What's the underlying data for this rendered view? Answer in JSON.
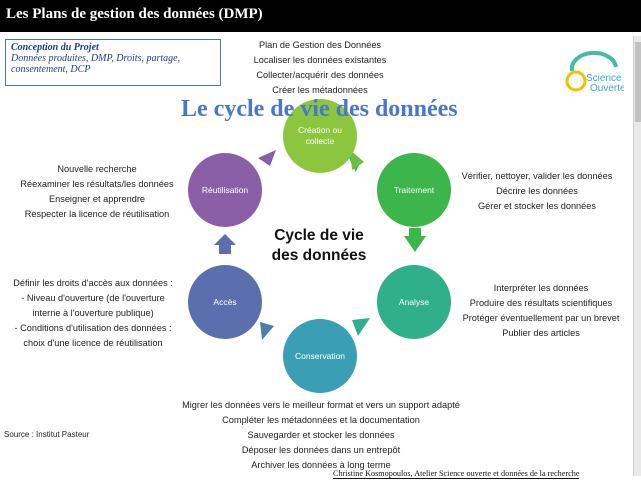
{
  "header": {
    "title": "Les Plans de gestion des données (DMP)"
  },
  "concept_box": {
    "title": "Conception du Projet",
    "lines": [
      "Données produites, DMP, Droits, partage,",
      "consentement, DCP"
    ]
  },
  "logo": {
    "line1": "Science",
    "line2": "Ouverte"
  },
  "diagram_title": "Le cycle de vie des données",
  "center_title": [
    "Cycle de vie",
    "des données"
  ],
  "nodes": {
    "creation": [
      "Création ou",
      "collecte"
    ],
    "traitement": [
      "Traitement"
    ],
    "analyse": [
      "Analyse"
    ],
    "conservation": [
      "Conservation"
    ],
    "acces": [
      "Accès"
    ],
    "reutilisation": [
      "Réutilisation"
    ]
  },
  "node_colors": {
    "creation": "#8cc63f",
    "traitement": "#3cb54a",
    "analyse": "#2fb08a",
    "conservation": "#3a9fb5",
    "acces": "#5b6fae",
    "reutilisation": "#8b5fa8"
  },
  "texts": {
    "creation": [
      "Plan de Gestion des Données",
      "Localiser les données existantes",
      "Collecter/acquérir des données",
      "Créer les métadonnées"
    ],
    "traitement": [
      "Vérifier, nettoyer, valider les données",
      "Décrire les données",
      "Gérer et stocker les données"
    ],
    "analyse": [
      "Interpréter les données",
      "Produire des résultats scientifiques",
      "Protéger éventuellement  par un brevet",
      "Publier des articles"
    ],
    "conservation": [
      "Migrer les données vers le meilleur format et vers un support adapté",
      "Compléter les métadonnées et la documentation",
      "Sauvegarder et stocker les données",
      "Déposer les données dans un entrepôt",
      "Archiver les données à long terme"
    ],
    "acces": [
      "Définir les droits d'accès aux données :",
      "- Niveau d'ouverture (de l'ouverture",
      "interne  à l'ouverture publique)",
      "- Conditions d'utilisation des données :",
      "choix d'une licence de réutilisation"
    ],
    "reutilisation": [
      "Nouvelle recherche",
      "Réexaminer les résultats/les données",
      "Enseigner et apprendre",
      "Respecter la licence de réutilisation"
    ]
  },
  "source": "Source : Institut Pasteur",
  "credit": "Christine Kosmopoulos, Atelier Science ouverte et données de la recherche"
}
